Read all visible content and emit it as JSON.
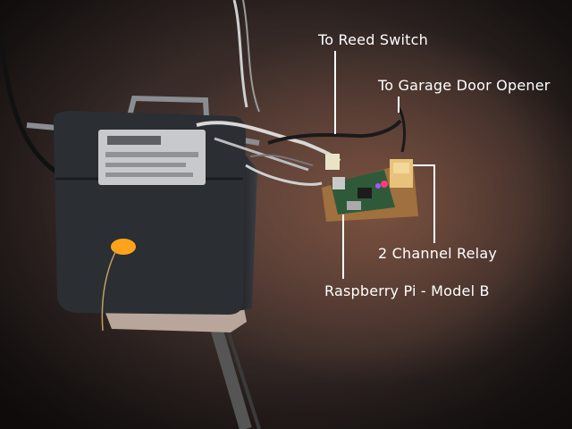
{
  "photo": {
    "annotations": {
      "reed_switch": "To Reed Switch",
      "garage_door_opener": "To Garage Door Opener",
      "relay": "2 Channel Relay",
      "raspberry_pi": "Raspberry Pi - Model B"
    },
    "colors": {
      "wall": "#4e3a35",
      "opener_body": "#2b2e33",
      "board": "#a0703e",
      "leader_lines": "#ffffff",
      "led": "#ffa31a"
    }
  }
}
